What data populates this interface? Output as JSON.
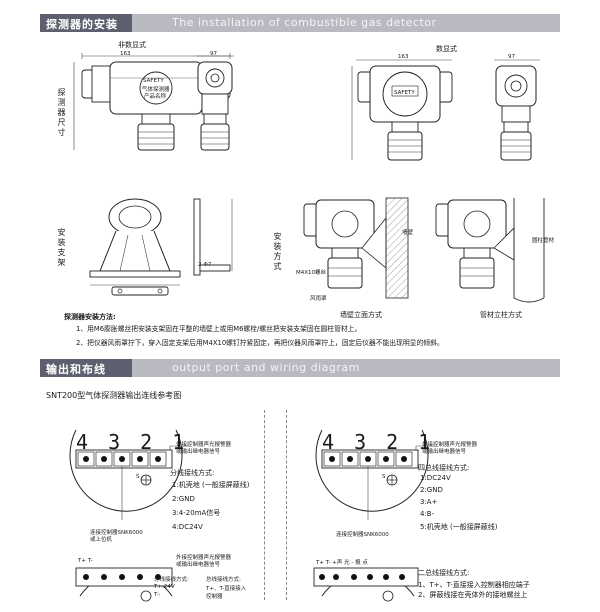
{
  "section1": {
    "title_cn": "探测器的安装",
    "title_en": "The installation of combustible gas detector"
  },
  "dims": {
    "front_width": "163",
    "side_width": "97",
    "display_width": "163",
    "display_side_width": "97",
    "bracket_dim": "2-Φ7"
  },
  "labels": {
    "no_display": "非数显式",
    "display": "数显式",
    "detector_size": "探测器尺寸",
    "mount_bracket": "安装支架",
    "mount_method": "安装方式",
    "wall_mount": "墙壁立面方式",
    "pipe_mount": "管材立柱方式",
    "round_pipe": "圆柱管材",
    "bolt": "M4X10螺丝",
    "shield": "风雨罩",
    "wall": "墙壁",
    "device_brand": "SAFETY",
    "display_brand": "SAFETY",
    "device_text": "气体探测器",
    "device_line2": "产品名称"
  },
  "install_notes": {
    "heading": "探测器安装方法:",
    "note1": "1、用M6膨胀螺丝把安装支架固在平整的墙壁上或用M6螺栓/螺丝把安装支架固在圆柱管材上。",
    "note2": "2、把仪器风雨罩拧下，穿入固定支架后用M4X10螺钉拧紧固定，再把仪器风雨罩拧上，固定后仪器不能出现明显的倾斜。"
  },
  "section2": {
    "title_cn": "输出和布线",
    "title_en": "output port and wiring diagram"
  },
  "wiring_ref": "SNT200型气体探测器输出连线参考图",
  "left_panel": {
    "digits": "4 3 2 1",
    "top_note_line1": "外接控制器声光报警器",
    "top_note_line2": "或输出继电器信号",
    "method": "分线接线方式:",
    "items": [
      "1:机壳地 (一般接屏蔽线)",
      "2:GND",
      "3:4-20mA信号",
      "4:DC24V"
    ],
    "bottom_note_line1": "连接控制器SNK6000",
    "bottom_note_line2": "或上位机",
    "s_label": "S"
  },
  "right_panel": {
    "digits": "4 3 2 1",
    "top_note_line1": "外接控制器声光报警器",
    "top_note_line2": "或输出继电器信号",
    "method": "四总线接线方式:",
    "items": [
      "1:DC24V",
      "2:GND",
      "3:A+",
      "4:B-",
      "5:机壳地 (一般接屏蔽线)"
    ],
    "bottom_note": "连接控制器SNK6000",
    "s_label": "S"
  },
  "left_panel2": {
    "terms": "T+ T-",
    "top_note_line1": "外接控制器声光报警器",
    "top_note_line2": "或输出继电器信号",
    "method_a": "分线接线方式:",
    "method_a_item": "T+:24V",
    "method_a_item2": "T-:",
    "method_b": "总线接线方式:",
    "method_b_item": "T+、T-直接接入",
    "method_b_item2": "控制器"
  },
  "right_panel2": {
    "terms": "T+ T- +声 光 - 报 点",
    "heading": "二总线接线方式:",
    "item1": "1、T+、T-直接接入控制器相应端子",
    "item2": "2、屏蔽线接在壳体外的接地螺丝上"
  }
}
